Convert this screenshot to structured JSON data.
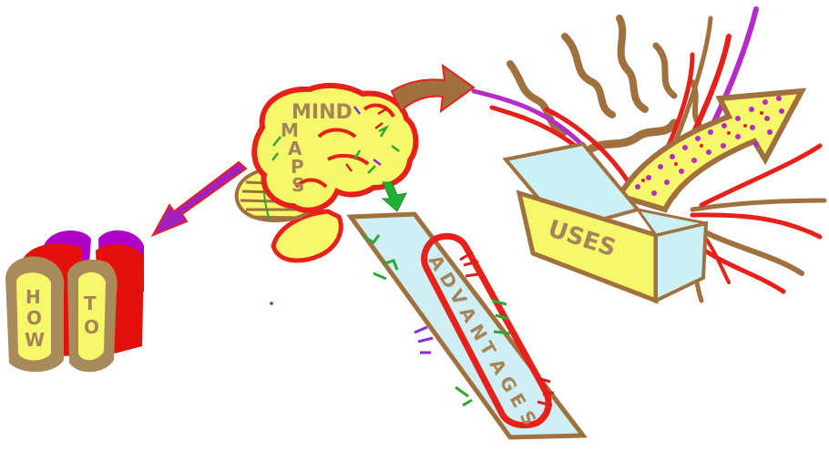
{
  "labels": {
    "mind_line1": "MIND",
    "maps_letters": [
      "M",
      "A",
      "P",
      "S"
    ],
    "how_letters": [
      "H",
      "O",
      "W"
    ],
    "to_letters": [
      "T",
      "O"
    ],
    "uses": "USES",
    "advantages_letters": [
      "A",
      "D",
      "V",
      "A",
      "N",
      "T",
      "A",
      "G",
      "E",
      "S"
    ]
  },
  "colors": {
    "brain_fill": "#f7f76a",
    "brain_outline": "#e8201a",
    "branch_red": "#d62020",
    "branch_green": "#2aa836",
    "branch_purple": "#8a2be2",
    "letter_tan": "#a6845a",
    "arrow_brown": "#a0703e",
    "arrow_purple": "#a020c0",
    "arrow_green": "#22b033",
    "pad_blue": "#cfeff4",
    "box_blue": "#c9f1f6",
    "box_yellow": "#f7f76a",
    "how_purple": "#b000c8",
    "how_red": "#e3100c",
    "how_tan": "#a98a5a",
    "uses_arrow_purple": "#b52ac9"
  },
  "icons": {
    "brain": "brain-icon",
    "how_to": "how-to-blocks-icon",
    "uses_box": "open-box-icon",
    "advantages_pad": "advantages-pad-icon"
  }
}
